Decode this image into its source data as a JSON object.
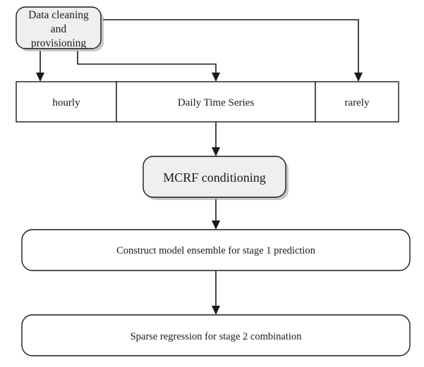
{
  "nodes": {
    "data_cleaning": {
      "line1": "Data cleaning",
      "line2": "and",
      "line3": "provisioning"
    },
    "hourly": {
      "label": "hourly"
    },
    "daily": {
      "label": "Daily Time Series"
    },
    "rarely": {
      "label": "rarely"
    },
    "mcrf": {
      "label": "MCRF conditioning"
    },
    "stage1": {
      "label": "Construct model ensemble for stage 1 prediction"
    },
    "stage2": {
      "label": "Sparse regression for stage 2 combination"
    }
  },
  "edges": [
    {
      "from": "data_cleaning",
      "to": "hourly"
    },
    {
      "from": "data_cleaning",
      "to": "daily"
    },
    {
      "from": "data_cleaning",
      "to": "rarely"
    },
    {
      "from": "daily",
      "to": "mcrf"
    },
    {
      "from": "mcrf",
      "to": "stage1"
    },
    {
      "from": "stage1",
      "to": "stage2"
    }
  ]
}
